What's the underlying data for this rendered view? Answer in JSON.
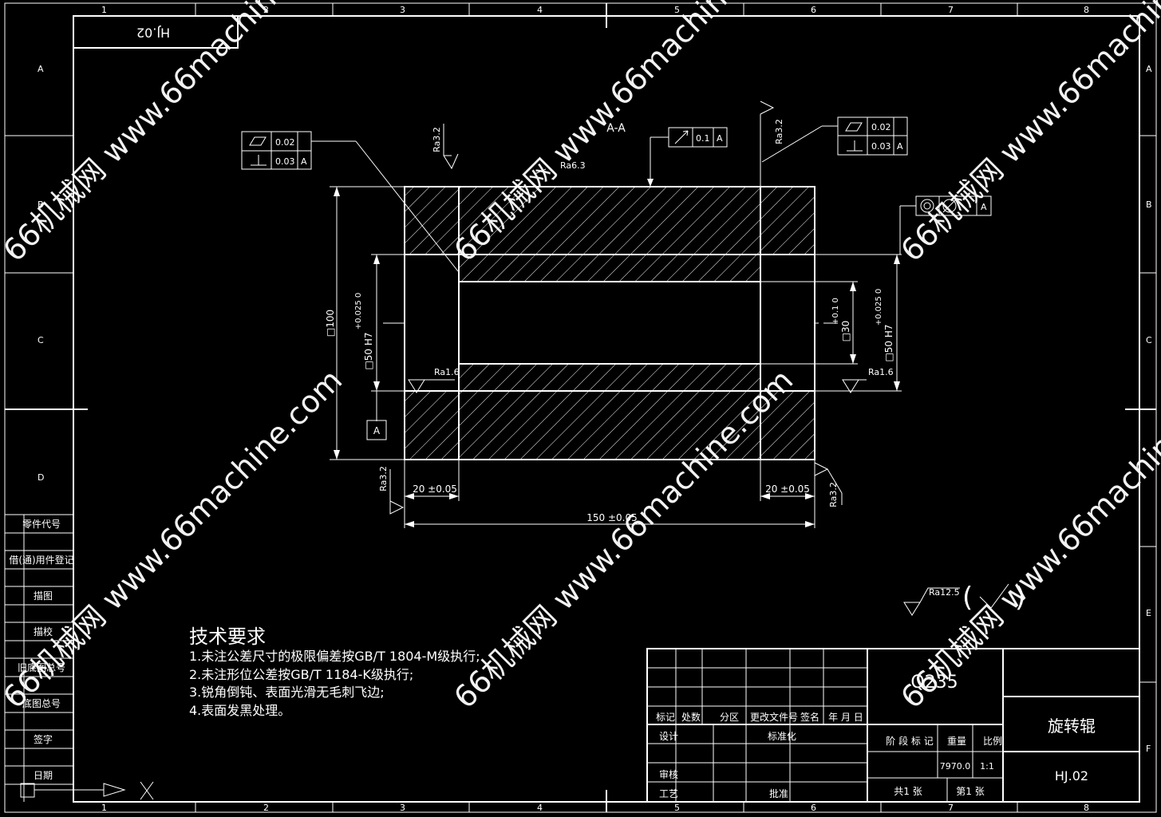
{
  "frame": {
    "top_cols": [
      "1",
      "2",
      "3",
      "4",
      "5",
      "6",
      "7",
      "8"
    ],
    "bottom_cols": [
      "1",
      "2",
      "3",
      "4",
      "5",
      "6",
      "7",
      "8"
    ],
    "left_rows": [
      "A",
      "B",
      "C",
      "D"
    ],
    "right_rows": [
      "A",
      "B",
      "C",
      "E",
      "F"
    ]
  },
  "corner_code": "HJ.02",
  "section_title": "A-A",
  "gdt": {
    "left": {
      "flat": "0.02",
      "perp": "0.03",
      "datum": "A"
    },
    "top": {
      "runout": "0.1",
      "datum": "A"
    },
    "right": {
      "flat": "0.02",
      "perp": "0.03",
      "datum": "A"
    },
    "far_right": {
      "datum": "A"
    }
  },
  "datum_label": "A",
  "roughness": {
    "top_left": "Ra3.2",
    "top_mid": "Ra6.3",
    "top_right": "Ra3.2",
    "bore_left": "Ra1.6",
    "bore_right": "Ra1.6",
    "bottom_left": "Ra3.2",
    "bottom_right": "Ra3.2",
    "general": "Ra12.5"
  },
  "dims": {
    "outer_dia": "□100",
    "left_bore": "□50 H7",
    "left_bore_tol": "+0.025\n0",
    "inner_bore": "□30",
    "inner_bore_tol": "+0.1\n0",
    "right_bore": "□50 H7",
    "right_bore_tol": "+0.025\n0",
    "left_step": "20 ±0.05",
    "right_step": "20 ±0.05",
    "length": "150 ±0.05"
  },
  "tech_req": {
    "title": "技术要求",
    "lines": [
      "1.未注公差尺寸的极限偏差按GB/T 1804-M级执行;",
      "2.未注形位公差按GB/T 1184-K级执行;",
      "3.锐角倒钝、表面光滑无毛刺飞边;",
      "4.表面发黑处理。"
    ]
  },
  "left_strip": [
    "零件代号",
    "借(通)用件登记",
    "描图",
    "描校",
    "旧底图总号",
    "底图总号",
    "签字",
    "日期"
  ],
  "title_block": {
    "material": "Q235",
    "part_name": "旋转辊",
    "drawing_no": "HJ.02",
    "header_cells": [
      "标记",
      "处数",
      "分区",
      "更改文件号",
      "签名",
      "年 月 日"
    ],
    "design": "设计",
    "standard": "标准化",
    "review": "审核",
    "process": "工艺",
    "approve": "批准",
    "stage": "阶 段 标 记",
    "weight_label": "重量",
    "scale_label": "比例",
    "weight": "7970.0",
    "scale": "1:1",
    "total": "共1 张",
    "sheet": "第1 张"
  },
  "watermark": "66机械网 www.66machine.com"
}
